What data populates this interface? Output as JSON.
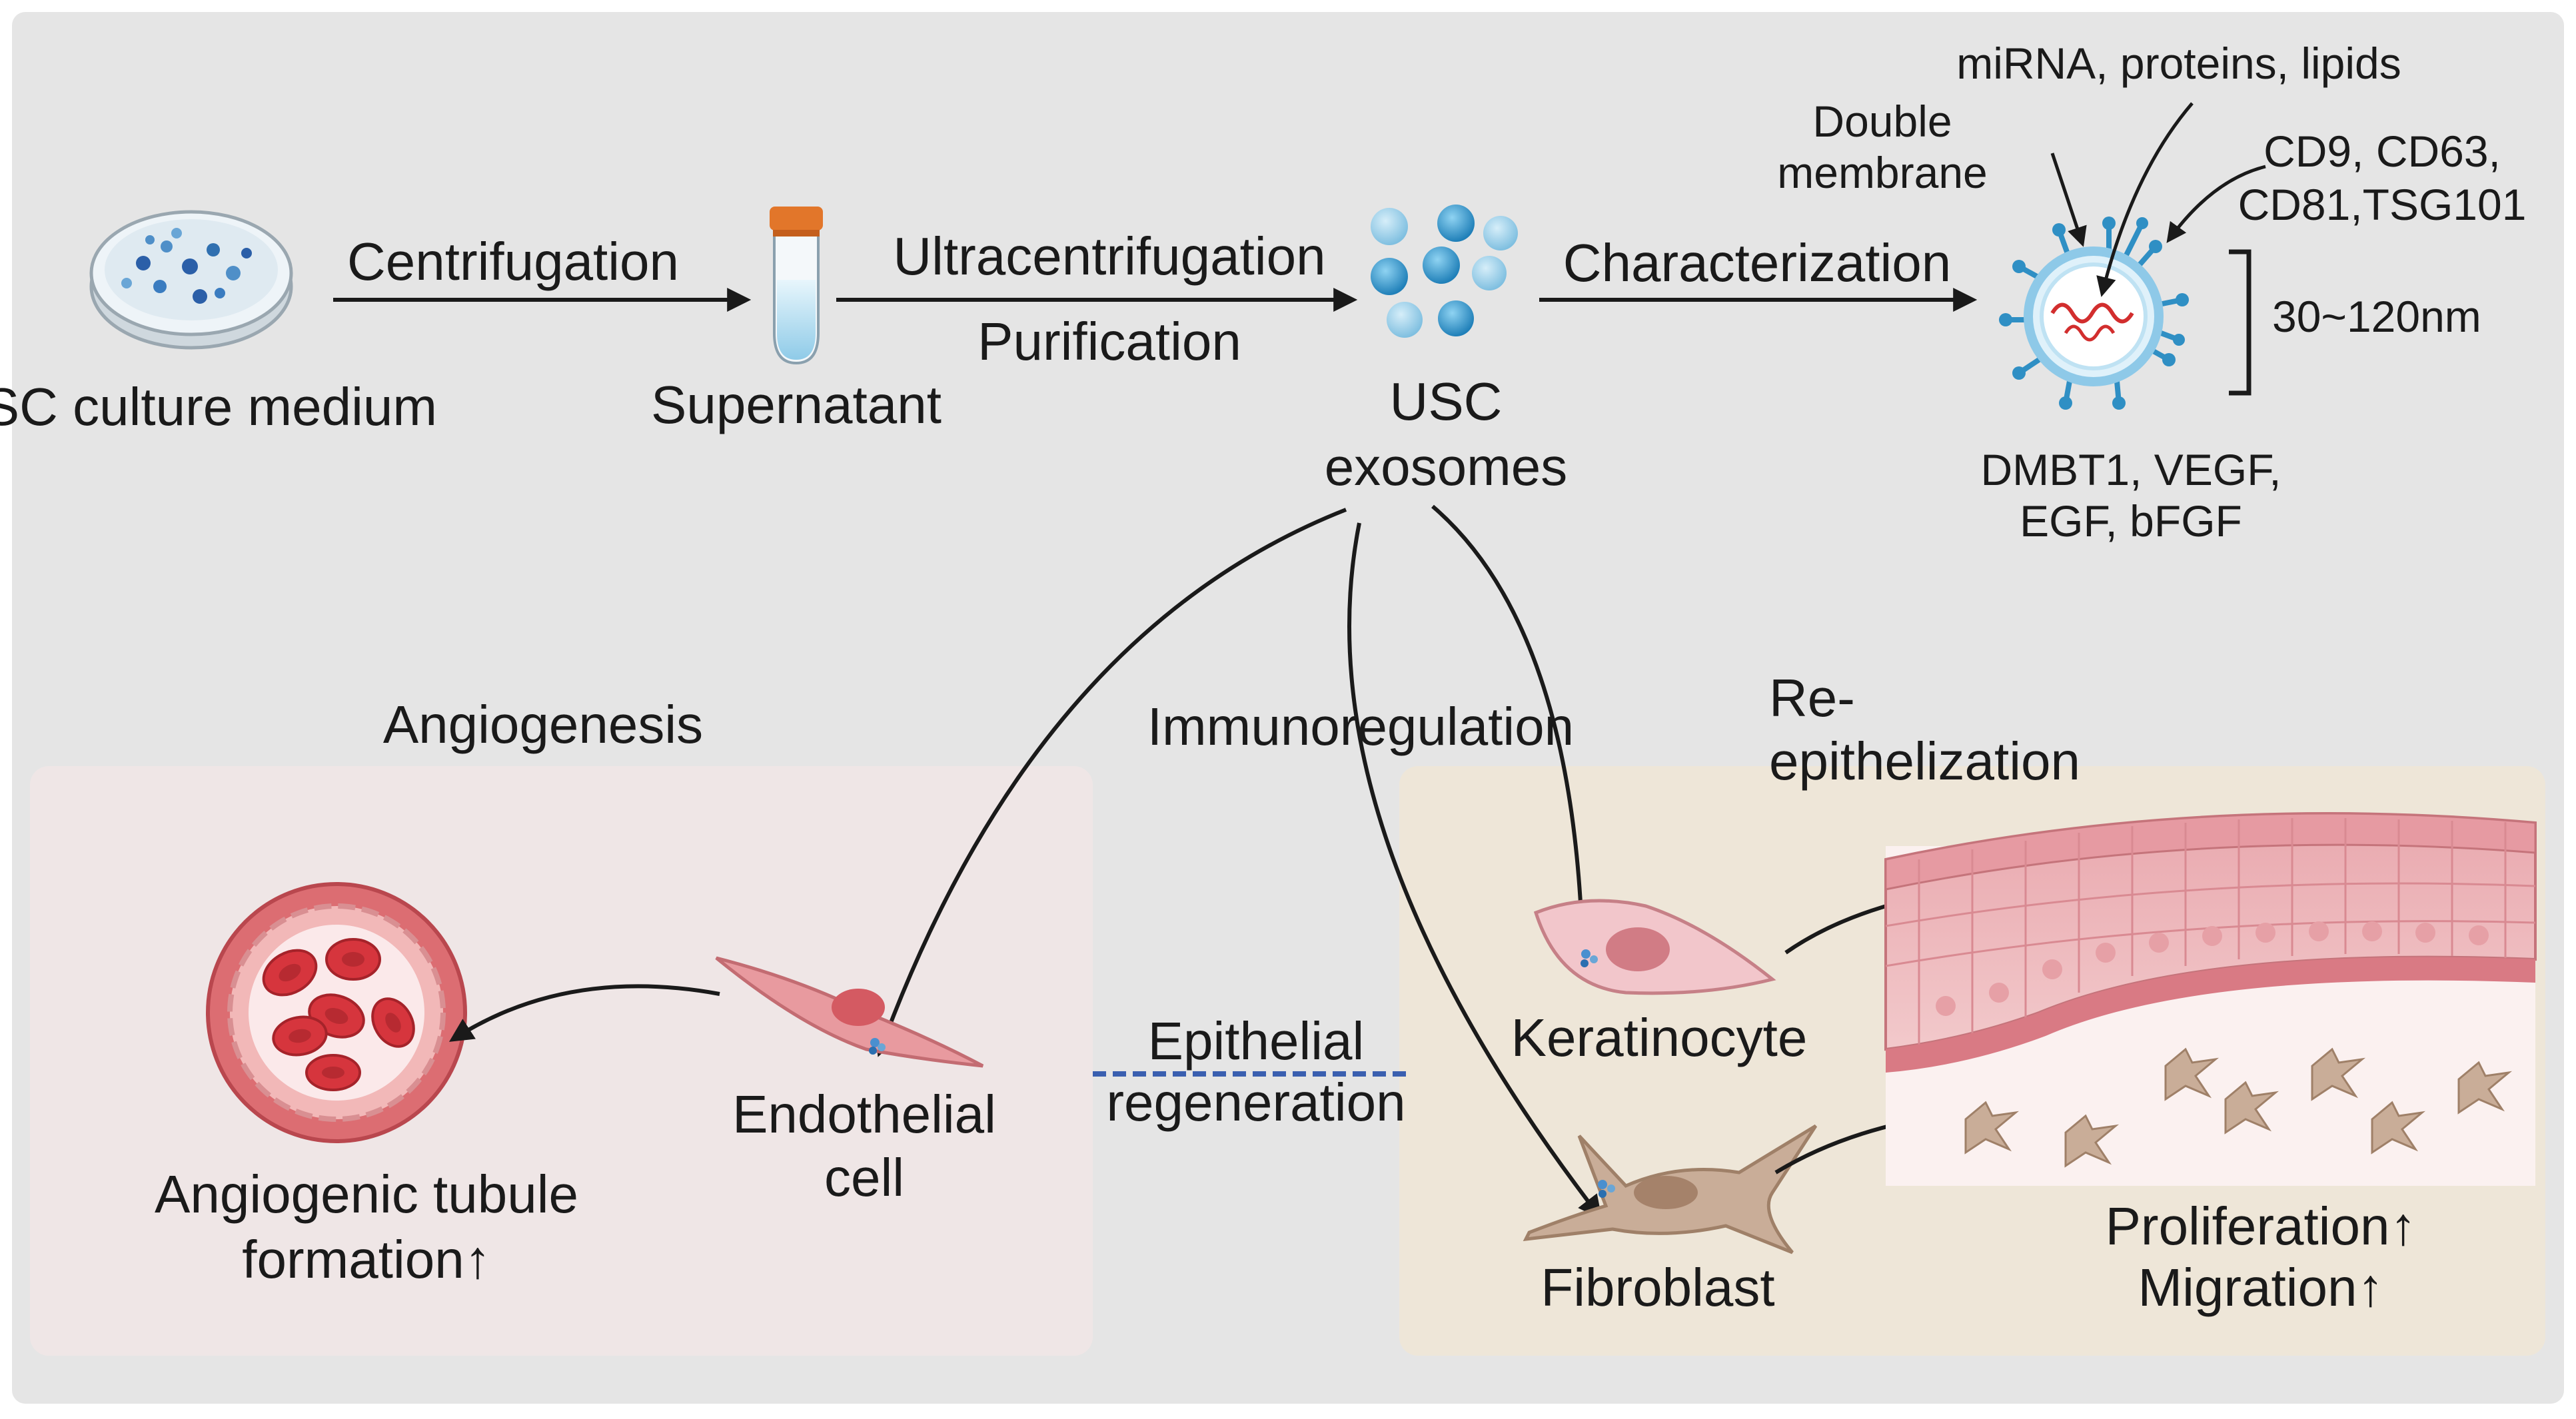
{
  "colors": {
    "background": "#e5e5e5",
    "angiogenesis_panel": "#efe6e6",
    "reepithelization_panel": "#eee6d8",
    "arrow": "#1a1a1a",
    "exosome_blue": "#2f8fc4",
    "dashed_line": "#3a5fb0"
  },
  "steps": {
    "culture_medium": "USC culture medium",
    "centrifugation": "Centrifugation",
    "supernatant": "Supernatant",
    "ultracentrifugation": "Ultracentrifugation",
    "purification": "Purification",
    "usc_exosomes": "USC exosomes",
    "characterization": "Characterization"
  },
  "exosome_detail": {
    "cargo": "miRNA, proteins, lipids",
    "membrane": "Double membrane",
    "markers": "CD9, CD63, CD81,TSG101",
    "size": "30~120nm",
    "factors": "DMBT1, VEGF, EGF, bFGF"
  },
  "effects": {
    "angiogenesis": "Angiogenesis",
    "immunoregulation": "Immunoregulation",
    "reepithelization": "Re-epithelization",
    "epithelial_regeneration": "Epithelial regeneration"
  },
  "cells": {
    "endothelial": "Endothelial cell",
    "keratinocyte": "Keratinocyte",
    "fibroblast": "Fibroblast"
  },
  "outcomes": {
    "tubule": "Angiogenic tubule formation↑",
    "proliferation": "Proliferation↑",
    "migration": "Migration↑"
  },
  "icons": [
    "petri-dish-icon",
    "test-tube-icon",
    "exosome-cluster-icon",
    "exosome-structure-icon",
    "blood-vessel-icon",
    "endothelial-cell-icon",
    "keratinocyte-icon",
    "fibroblast-icon",
    "skin-tissue-icon"
  ]
}
